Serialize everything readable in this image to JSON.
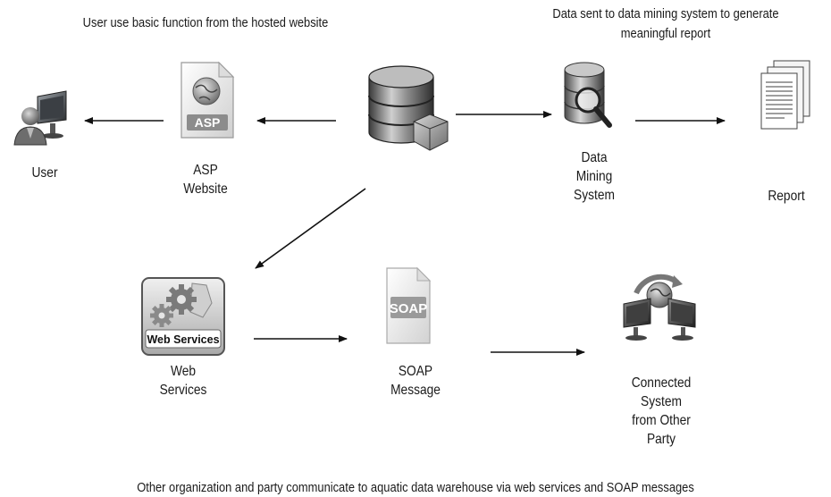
{
  "captions": {
    "top_left": "User use basic function from the hosted website",
    "top_right_line1": "Data sent to data mining system to generate",
    "top_right_line2": "meaningful report",
    "bottom": "Other organization and party communicate to aquatic data warehouse via web services and SOAP messages"
  },
  "nodes": {
    "user": [
      "User"
    ],
    "asp_website": [
      "ASP",
      "Website"
    ],
    "data_mining": [
      "Data",
      "Mining",
      "System"
    ],
    "report": [
      "Report"
    ],
    "web_services": [
      "Web",
      "Services"
    ],
    "soap_message": [
      "SOAP",
      "Message"
    ],
    "connected_system": [
      "Connected",
      "System",
      "from Other",
      "Party"
    ]
  },
  "icon_text": {
    "asp_badge": "ASP",
    "soap_badge": "SOAP",
    "web_services_badge": "Web Services"
  }
}
